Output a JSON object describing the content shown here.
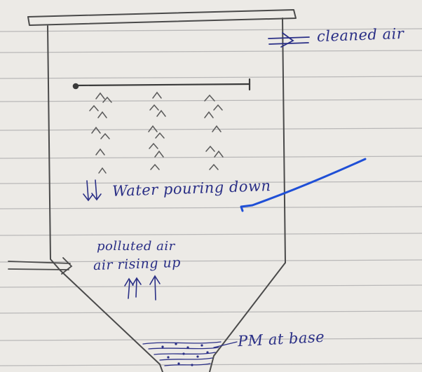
{
  "diagram": {
    "labels": {
      "cleaned_air": "cleaned air",
      "water_pouring_down": "Water pouring down",
      "polluted_air": "polluted air",
      "air_rising_up": "air rising up",
      "pm_at_base": "PM at base"
    },
    "colors": {
      "paper": "#eceae6",
      "ruled_line": "#b9b8b8",
      "ink": "#2a2f86",
      "pencil": "#4a4a4a",
      "annotation_stroke": "#1f4fd6"
    }
  }
}
